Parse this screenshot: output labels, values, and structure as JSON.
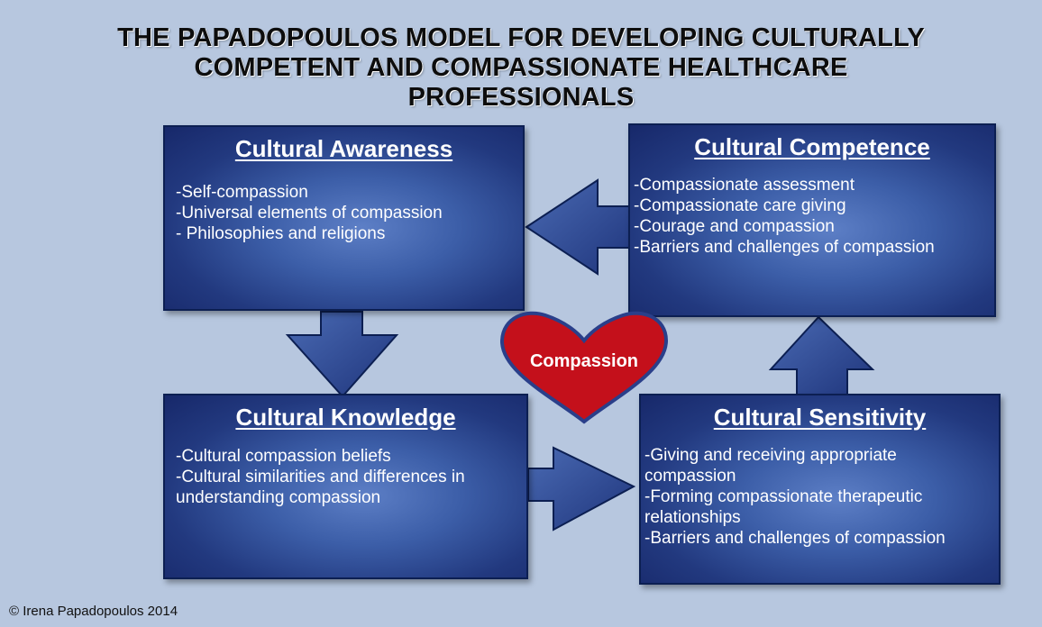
{
  "title_lines": [
    "THE PAPADOPOULOS MODEL FOR DEVELOPING CULTURALLY",
    "COMPETENT AND COMPASSIONATE HEALTHCARE",
    "PROFESSIONALS"
  ],
  "boxes": {
    "awareness": {
      "title": "Cultural Awareness",
      "items": [
        "-Self-compassion",
        "-Universal elements of compassion",
        "- Philosophies and religions"
      ]
    },
    "competence": {
      "title": "Cultural Competence",
      "items": [
        "-Compassionate assessment",
        "-Compassionate care giving",
        "-Courage and compassion",
        "-Barriers and challenges of compassion"
      ]
    },
    "knowledge": {
      "title": "Cultural Knowledge",
      "items": [
        "-Cultural compassion beliefs",
        "-Cultural similarities and differences in understanding compassion"
      ]
    },
    "sensitivity": {
      "title": "Cultural Sensitivity",
      "items": [
        "-Giving and receiving appropriate compassion",
        "-Forming compassionate therapeutic relationships",
        "-Barriers and challenges of compassion"
      ]
    }
  },
  "center_label": "Compassion",
  "copyright": "© Irena Papadopoulos 2014",
  "colors": {
    "background": "#b7c7df",
    "box_dark": "#17286a",
    "box_light": "#5d7fc6",
    "heart_fill": "#c4101b",
    "heart_stroke": "#2a3f8a",
    "arrow_fill": "#27418a"
  }
}
